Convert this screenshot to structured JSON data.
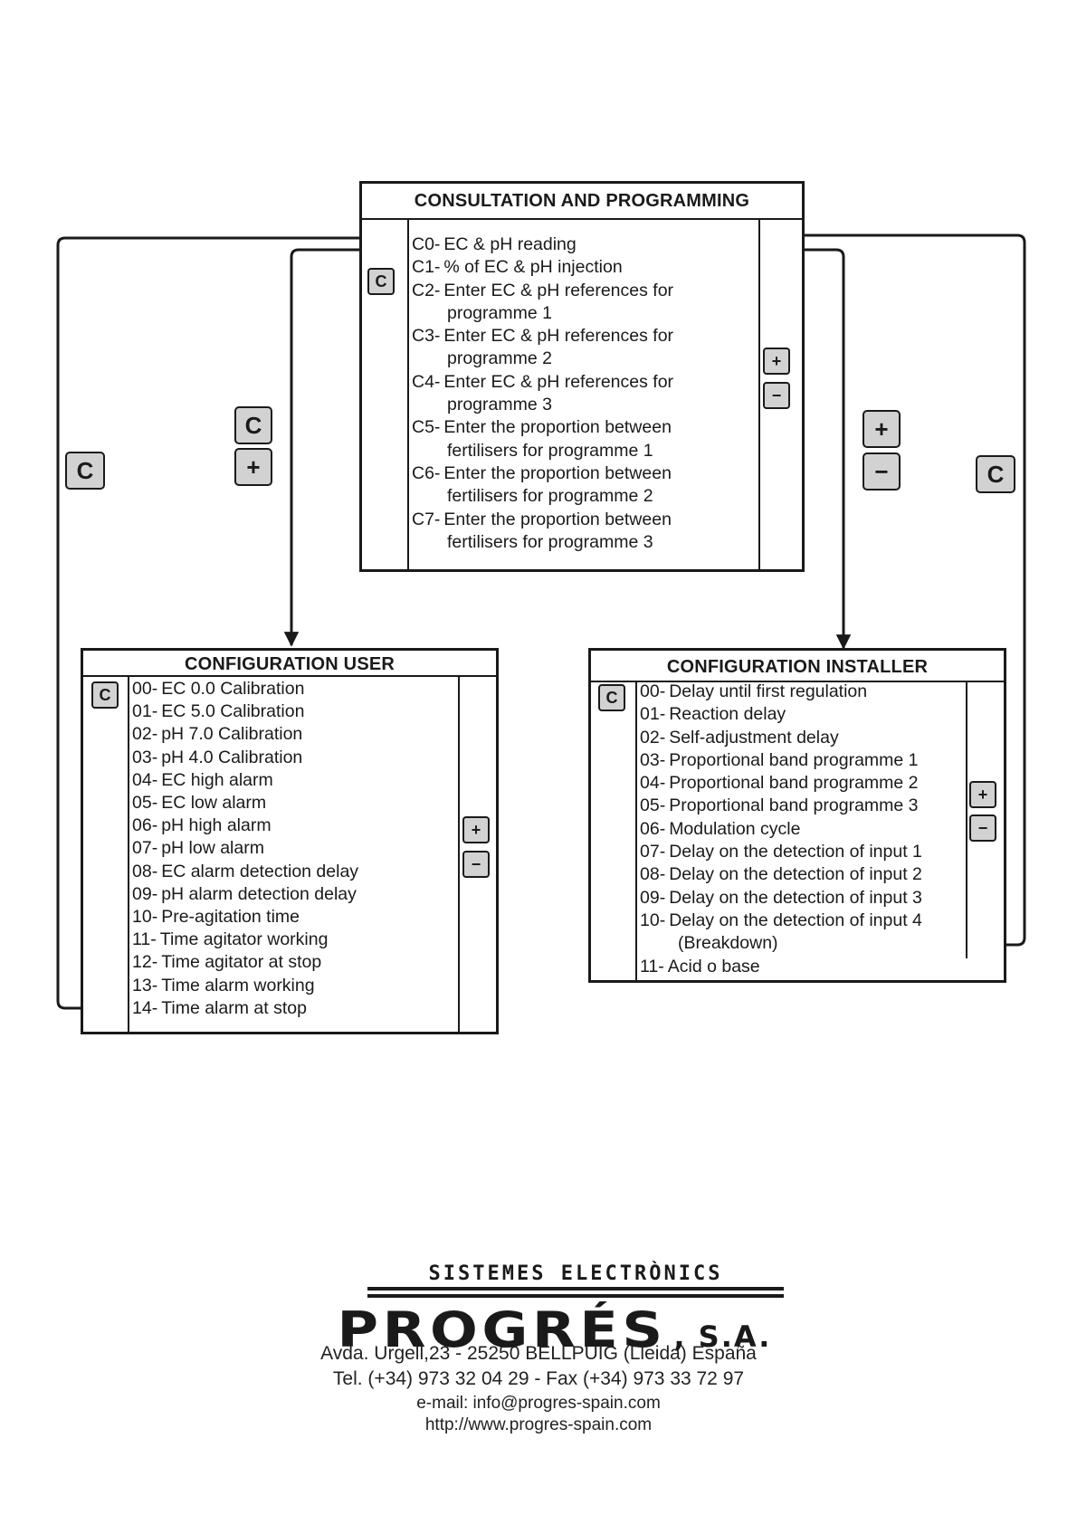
{
  "consultation": {
    "title": "CONSULTATION AND PROGRAMMING",
    "items": [
      {
        "code": "C0-",
        "lines": [
          "EC & pH reading"
        ]
      },
      {
        "code": "C1-",
        "lines": [
          "% of EC & pH injection"
        ]
      },
      {
        "code": "C2-",
        "lines": [
          "Enter EC & pH references for",
          "programme 1"
        ]
      },
      {
        "code": "C3-",
        "lines": [
          "Enter EC & pH references for",
          "programme 2"
        ]
      },
      {
        "code": "C4-",
        "lines": [
          "Enter EC & pH references for",
          "programme 3"
        ]
      },
      {
        "code": "C5-",
        "lines": [
          "Enter the proportion between",
          "fertilisers for programme 1"
        ]
      },
      {
        "code": "C6-",
        "lines": [
          "Enter the proportion between",
          "fertilisers for programme 2"
        ]
      },
      {
        "code": "C7-",
        "lines": [
          "Enter the proportion between",
          "fertilisers for programme 3"
        ]
      }
    ]
  },
  "config_user": {
    "title": "CONFIGURATION USER",
    "items": [
      {
        "code": "00-",
        "lines": [
          "EC 0.0 Calibration"
        ]
      },
      {
        "code": "01-",
        "lines": [
          "EC 5.0 Calibration"
        ]
      },
      {
        "code": "02-",
        "lines": [
          "pH 7.0 Calibration"
        ]
      },
      {
        "code": "03-",
        "lines": [
          "pH 4.0 Calibration"
        ]
      },
      {
        "code": "04-",
        "lines": [
          "EC high alarm"
        ]
      },
      {
        "code": "05-",
        "lines": [
          "EC low alarm"
        ]
      },
      {
        "code": "06-",
        "lines": [
          "pH high alarm"
        ]
      },
      {
        "code": "07-",
        "lines": [
          "pH low alarm"
        ]
      },
      {
        "code": "08-",
        "lines": [
          "EC alarm detection delay"
        ]
      },
      {
        "code": "09-",
        "lines": [
          "pH alarm detection delay"
        ]
      },
      {
        "code": "10-",
        "lines": [
          "Pre-agitation time"
        ]
      },
      {
        "code": "11-",
        "lines": [
          "Time agitator working"
        ]
      },
      {
        "code": "12-",
        "lines": [
          "Time agitator at stop"
        ]
      },
      {
        "code": "13-",
        "lines": [
          "Time alarm working"
        ]
      },
      {
        "code": "14-",
        "lines": [
          "Time alarm at stop"
        ]
      }
    ]
  },
  "config_installer": {
    "title": "CONFIGURATION INSTALLER",
    "items": [
      {
        "code": "00-",
        "lines": [
          "Delay until first regulation"
        ]
      },
      {
        "code": "01-",
        "lines": [
          "Reaction delay"
        ]
      },
      {
        "code": "02-",
        "lines": [
          "Self-adjustment delay"
        ]
      },
      {
        "code": "03-",
        "lines": [
          "Proportional band programme 1"
        ]
      },
      {
        "code": "04-",
        "lines": [
          "Proportional band programme 2"
        ]
      },
      {
        "code": "05-",
        "lines": [
          "Proportional band programme 3"
        ]
      },
      {
        "code": "06-",
        "lines": [
          "Modulation cycle"
        ]
      },
      {
        "code": "07-",
        "lines": [
          "Delay on the detection of input 1"
        ]
      },
      {
        "code": "08-",
        "lines": [
          "Delay on the detection of input 2"
        ]
      },
      {
        "code": "09-",
        "lines": [
          "Delay on the detection of input 3"
        ]
      },
      {
        "code": "10-",
        "lines": [
          "Delay on the detection of input 4",
          "(Breakdown)"
        ]
      },
      {
        "code": "11-",
        "lines": [
          "Acid o base"
        ]
      }
    ]
  },
  "keys": {
    "c": "C",
    "plus": "+",
    "minus": "−"
  },
  "footer": {
    "company_top": "SISTEMES ELECTRÒNICS",
    "company_name": "PROGRÉS",
    "company_suffix": ", S.A.",
    "address": "Avda. Urgell,23 - 25250 BELLPUIG (Lleida) España",
    "phone": "Tel. (+34) 973 32 04 29 - Fax (+34) 973 33 72 97",
    "email": "e-mail: info@progres-spain.com",
    "web": "http://www.progres-spain.com"
  }
}
